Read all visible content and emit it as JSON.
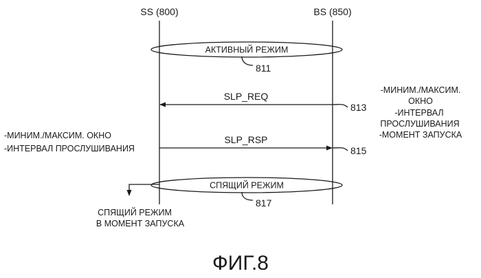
{
  "entities": {
    "ss": "SS (800)",
    "bs": "BS (850)"
  },
  "modes": {
    "active": {
      "label": "АКТИВНЫЙ РЕЖИМ",
      "ref": "811"
    },
    "sleep": {
      "label": "СПЯЩИЙ РЕЖИМ",
      "ref": "817"
    }
  },
  "messages": {
    "request": {
      "label": "SLP_REQ",
      "ref": "813"
    },
    "response": {
      "label": "SLP_RSP",
      "ref": "815"
    }
  },
  "notes": {
    "request_params": [
      "-МИНИМ./МАКСИМ.",
      "ОКНО",
      "-ИНТЕРВАЛ",
      "ПРОСЛУШИВАНИЯ",
      "-МОМЕНТ ЗАПУСКА"
    ],
    "response_params": [
      "-МИНИМ./МАКСИМ. ОКНО",
      "-ИНТЕРВАЛ ПРОСЛУШИВАНИЯ"
    ],
    "sleep_start": [
      "СПЯЩИЙ РЕЖИМ",
      "В МОМЕНТ ЗАПУСКА"
    ]
  },
  "figure_label": "ФИГ.8"
}
